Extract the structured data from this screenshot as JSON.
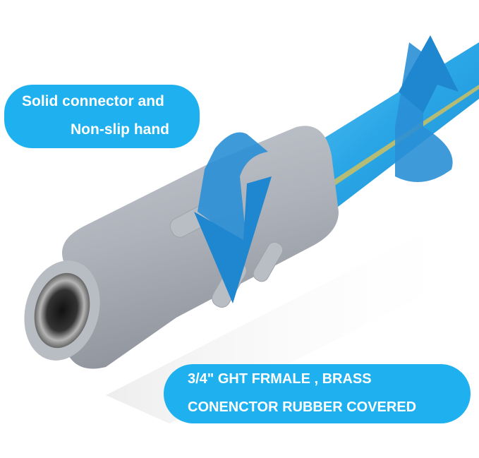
{
  "image": {
    "subject": "garden hose end with grey rubber-covered brass female connector",
    "colors": {
      "callout_bg": "#1fb0ef",
      "callout_text": "#ffffff",
      "hose": "#3cb3ec",
      "rubber_grip": "#a9adb5",
      "arrow": "#2a8fd6",
      "background": "#ffffff"
    }
  },
  "callouts": {
    "top": {
      "line1": "Solid connector and",
      "line2": "Non-slip hand"
    },
    "bottom": {
      "line1": "3/4\" GHT FRMALE , BRASS",
      "line2": "CONENCTOR RUBBER COVERED"
    }
  }
}
